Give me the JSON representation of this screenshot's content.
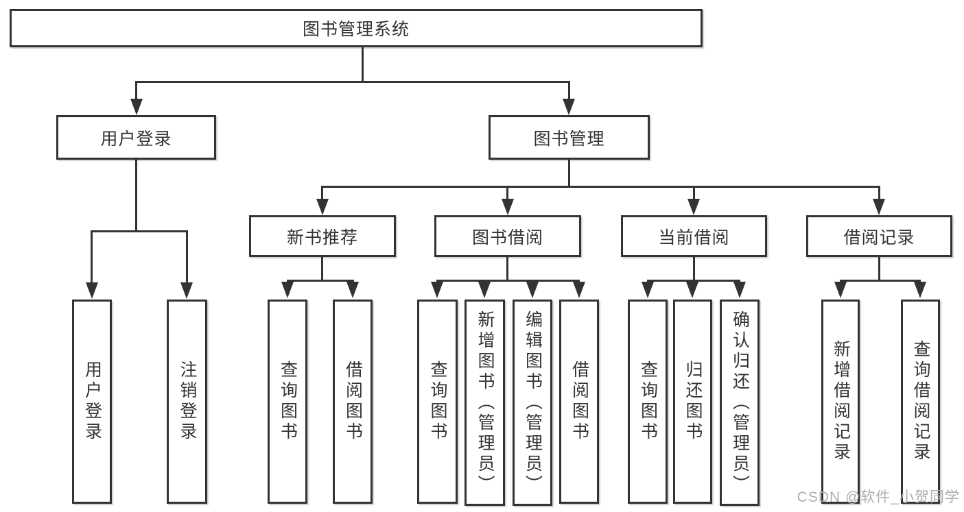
{
  "colors": {
    "line": "#333333",
    "text": "#333333",
    "background": "#ffffff",
    "watermark": "#aeaeae"
  },
  "tree": {
    "root": "图书管理系统",
    "branches": [
      {
        "label": "用户登录",
        "children": [
          "用户登录",
          "注销登录"
        ]
      },
      {
        "label": "图书管理",
        "groups": [
          {
            "label": "新书推荐",
            "children": [
              "查询图书",
              "借阅图书"
            ]
          },
          {
            "label": "图书借阅",
            "children": [
              "查询图书",
              "新增图书（管理员）",
              "编辑图书（管理员）",
              "借阅图书"
            ]
          },
          {
            "label": "当前借阅",
            "children": [
              "查询图书",
              "归还图书",
              "确认归还（管理员）"
            ]
          },
          {
            "label": "借阅记录",
            "children": [
              "新增借阅记录",
              "查询借阅记录"
            ]
          }
        ]
      }
    ]
  },
  "watermark": {
    "text": "CSDN @软件_小贺同学"
  }
}
